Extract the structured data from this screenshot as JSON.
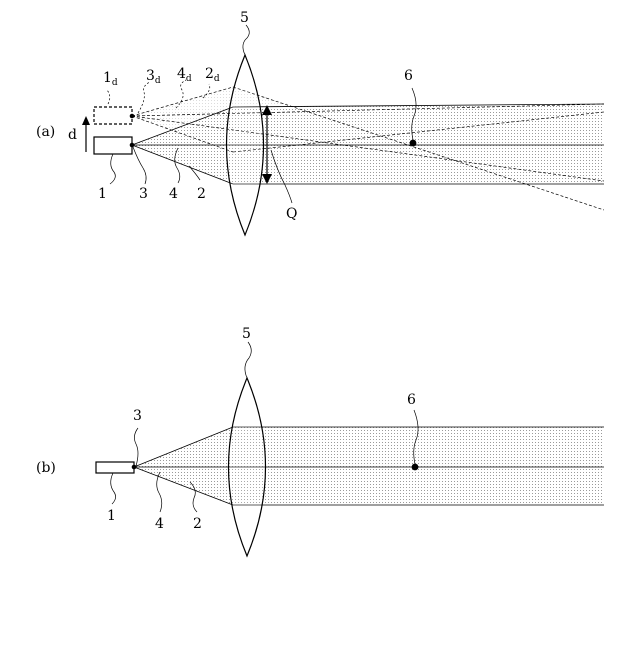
{
  "figure_a": {
    "panel_label": "(a)",
    "shift_label": "d",
    "labels": {
      "laser": "1",
      "emit_point": "3",
      "axis": "4",
      "beam_edge": "2",
      "lens": "5",
      "target": "6",
      "beam_width": "Q"
    },
    "displaced_labels": [
      {
        "main": "1",
        "sub": "d"
      },
      {
        "main": "3",
        "sub": "d"
      },
      {
        "main": "4",
        "sub": "d"
      },
      {
        "main": "2",
        "sub": "d"
      }
    ]
  },
  "figure_b": {
    "panel_label": "(b)",
    "labels": {
      "laser": "1",
      "emit_point": "3",
      "axis": "4",
      "beam_edge": "2",
      "lens": "5",
      "target": "6"
    }
  },
  "colors": {
    "ink": "#000000",
    "stipple": "#9a9a9a"
  }
}
